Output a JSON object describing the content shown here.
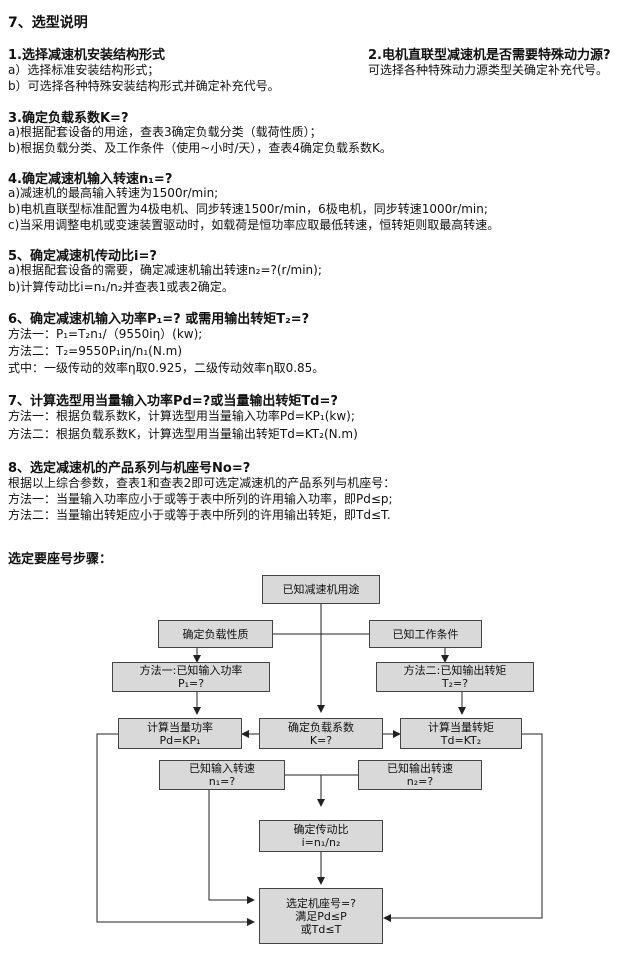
{
  "page": {
    "section_title": "7、选型说明",
    "s1": {
      "heading": "1.选择减速机安装结构形式",
      "a": "a）选择标准安装结构形式；",
      "b": "b）可选择各种特殊安装结构形式并确定补充代号。"
    },
    "s2": {
      "heading": "2.电机直联型减速机是否需要特殊动力源?",
      "line": "可选择各种特殊动力源类型关确定补充代号。"
    },
    "s3": {
      "heading": "3.确定负载系数K=?",
      "a": "a)根据配套设备的用途，查表3确定负载分类（载荷性质）；",
      "b": "b)根据负载分类、及工作条件（使用~小时/天），查表4确定负载系数K。"
    },
    "s4": {
      "heading": "4.确定减速机输入转速n₁=?",
      "a": "a)减速机的最高输入转速为1500r/min;",
      "b": "b)电机直联型标准配置为4极电机、同步转速1500r/min，6极电机，同步转速1000r/min;",
      "c": "c)当采用调整电机或变速装置驱动时，如载荷是恒功率应取最低转速，恒转矩则取最高转速。"
    },
    "s5": {
      "heading": "5、确定减速机传动比i=?",
      "a": "a)根据配套设备的需要，确定减速机输出转速n₂=?(r/min);",
      "b": "b)计算传动比i=n₁/n₂并查表1或表2确定。"
    },
    "s6": {
      "heading": "6、确定减速机输入功率P₁=?  或需用输出转矩T₂=?",
      "m1": "方法一：P₁=T₂n₁/（9550iη）(kw);",
      "m2": "方法二：T₂=9550P₁iη/n₁(N.m)",
      "note": "式中：一级传动的效率η取0.925，二级传动效率η取0.85。"
    },
    "s7": {
      "heading": "7、计算选型用当量输入功率Pd=?或当量输出转矩Td=?",
      "m1": "方法一：根据负载系数K，计算选型用当量输入功率Pd=KP₁(kw);",
      "m2": "方法二：根据负载系数K，计算选型用当量输出转矩Td=KT₂(N.m)"
    },
    "s8": {
      "heading": "8、选定减速机的产品系列与机座号No=?",
      "intro": "根据以上综合参数，查表1和查表2即可选定减速机的产品系列与机座号：",
      "m1": "方法一：当量输入功率应小于或等于表中所列的许用输入功率，即Pd≤p;",
      "m2": "方法二：当量输出转矩应小于或等于表中所列的许用输出转矩，即Td≤T."
    },
    "steps_title": "选定要座号步骤："
  },
  "flow": {
    "known_use": "已知减速机用途",
    "load_nature": "确定负载性质",
    "work_cond": "已知工作条件",
    "m1_l1": "方法一:已知输入功率",
    "m1_l2": "P₁=?",
    "m2_l1": "方法二:已知输出转矩",
    "m2_l2": "T₂=?",
    "pd_l1": "计算当量功率",
    "pd_l2": "Pd=KP₁",
    "k_l1": "确定负载系数",
    "k_l2": "K=?",
    "td_l1": "计算当量转矩",
    "td_l2": "Td=KT₂",
    "n1_l1": "已知输入转速",
    "n1_l2": "n₁=?",
    "n2_l1": "已知输出转速",
    "n2_l2": "n₂=?",
    "ratio_l1": "确定传动比",
    "ratio_l2": "i=n₁/n₂",
    "final_l1": "选定机座号=?",
    "final_l2": "满足Pd≤P",
    "final_l3": "或Td≤T"
  }
}
